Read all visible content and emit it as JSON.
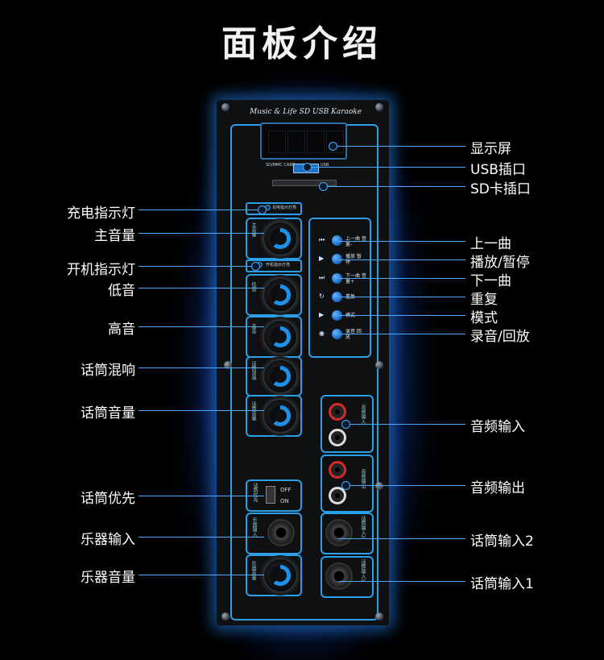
{
  "title": "面板介绍",
  "brand": "Music & Life  SD USB  Karaoke",
  "panel_text": {
    "sd_card": "SD/MMC CARD",
    "usb": "USB",
    "charge_led": "充电指示灯亮",
    "power_led": "开机指示灯亮",
    "switch_label": "话筒优先",
    "off": "OFF",
    "on": "ON"
  },
  "left_labels": [
    "充电指示灯",
    "主音量",
    "开机指示灯",
    "低音",
    "高音",
    "话筒混响",
    "话筒音量",
    "话筒优先",
    "乐器输入",
    "乐器音量"
  ],
  "right_labels": [
    "显示屏",
    "USB插口",
    "SD卡插口",
    "上一曲",
    "播放/暂停",
    "下一曲",
    "重复",
    "模式",
    "录音/回放",
    "音频输入",
    "音频输出",
    "话筒输入2",
    "话筒输入1"
  ],
  "buttons": [
    {
      "icon": "⏮",
      "text": "上一曲 音量-"
    },
    {
      "icon": "▶",
      "text": "播放 暂停"
    },
    {
      "icon": "⏭",
      "text": "下一曲 音量+"
    },
    {
      "icon": "↻",
      "text": "重复"
    },
    {
      "icon": "▶",
      "text": "模式"
    },
    {
      "icon": "◉",
      "text": "录音 回放"
    }
  ],
  "knob_texts": [
    "主音量",
    "低音",
    "高音",
    "话筒混响",
    "话筒音量",
    "乐器音量"
  ],
  "jack_texts": [
    "音频输入",
    "音频输出",
    "话筒输入2",
    "话筒输入1",
    "乐器输入"
  ],
  "colors": {
    "accent": "#2aa0e8",
    "line": "#4aa8ff",
    "background": "#000000"
  }
}
